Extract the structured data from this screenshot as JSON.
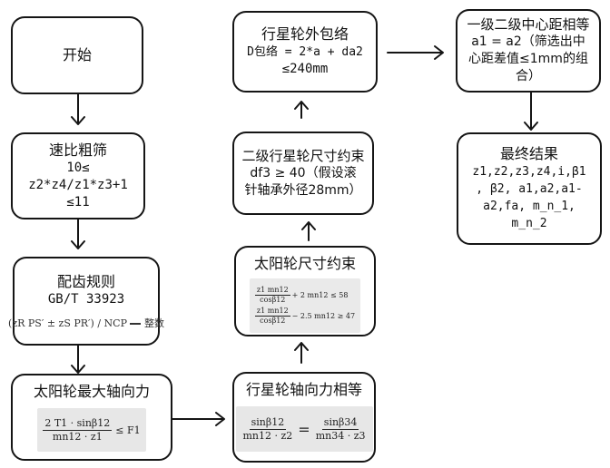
{
  "nodes": {
    "start": {
      "label": "开始"
    },
    "ratio": {
      "title": "速比粗筛",
      "l1": "10≤",
      "l2": "z2*z4/z1*z3+1",
      "l3": "≤11"
    },
    "gear_rule": {
      "title": "配齿规则",
      "standard": "GB/T 33923",
      "expr_left": "(zR PS′ ± zS PR′) / NCP",
      "expr_right": "整数"
    },
    "sun_force": {
      "title": "太阳轮最大轴向力",
      "num": "2 T1 · sinβ12",
      "den": "mn12 · z1",
      "rhs": "≤ F1"
    },
    "planet_force": {
      "title": "行星轮轴向力相等",
      "left_num": "sinβ12",
      "left_den": "mn12 · z2",
      "eq": "=",
      "right_num": "sinβ34",
      "right_den": "mn34 · z3"
    },
    "sun_size": {
      "title": "太阳轮尺寸约束",
      "f1_num": "z1 mn12",
      "f1_den": "cosβ12",
      "f1_rhs": "+ 2 mn12 ≤ 58",
      "f2_num": "z1 mn12",
      "f2_den": "cosβ12",
      "f2_rhs": "− 2.5 mn12 ≥ 47"
    },
    "stage2": {
      "title": "二级行星轮尺寸约束",
      "l1": "df3 ≥ 40（假设滚",
      "l2": "针轴承外径28mm）"
    },
    "envelope": {
      "title": "行星轮外包络",
      "l1": "D包络 = 2*a + da2",
      "l2": "≤240mm"
    },
    "center": {
      "title": "一级二级中心距相等",
      "l1": "a1 = a2（筛选出中",
      "l2": "心距差值≤1mm的组",
      "l3": "合）"
    },
    "result": {
      "title": "最终结果",
      "l1": "z1,z2,z3,z4,i,β1",
      "l2": ", β2, a1,a2,a1-",
      "l3": "a2,fa, m_n_1,",
      "l4": "m_n_2"
    }
  },
  "colors": {
    "border": "#151515",
    "formula_bg": "#e7e7e7"
  }
}
